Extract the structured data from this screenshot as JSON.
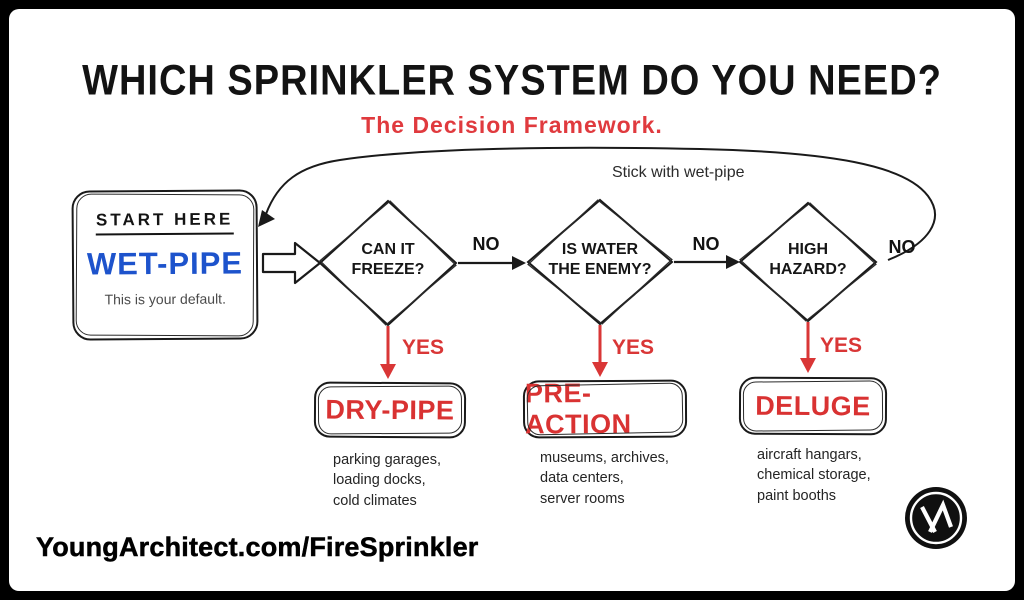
{
  "title": "WHICH SPRINKLER SYSTEM DO YOU NEED?",
  "subtitle": "The Decision Framework.",
  "loop": {
    "label": "Stick with wet-pipe"
  },
  "start": {
    "header": "START HERE",
    "name": "WET-PIPE",
    "caption": "This is your default."
  },
  "decisions": [
    {
      "line1": "CAN IT",
      "line2": "FREEZE?",
      "no_label": "NO",
      "yes_label": "YES"
    },
    {
      "line1": "IS WATER",
      "line2": "THE ENEMY?",
      "no_label": "NO",
      "yes_label": "YES"
    },
    {
      "line1": "HIGH",
      "line2": "HAZARD?",
      "no_label": "NO",
      "yes_label": "YES"
    }
  ],
  "results": [
    {
      "name": "DRY-PIPE",
      "examples": [
        "parking garages,",
        "loading docks,",
        "cold climates"
      ]
    },
    {
      "name": "PRE-ACTION",
      "examples": [
        "museums, archives,",
        "data centers,",
        "server rooms"
      ]
    },
    {
      "name": "DELUGE",
      "examples": [
        "aircraft hangars,",
        "chemical storage,",
        "paint booths"
      ]
    }
  ],
  "footer": {
    "url": "YoungArchitect.com/FireSprinkler"
  },
  "logo": {
    "monogram": "YA"
  },
  "colors": {
    "red": "#d93636",
    "blue": "#1d53cc",
    "ink": "#161616",
    "frame": "#000000"
  }
}
